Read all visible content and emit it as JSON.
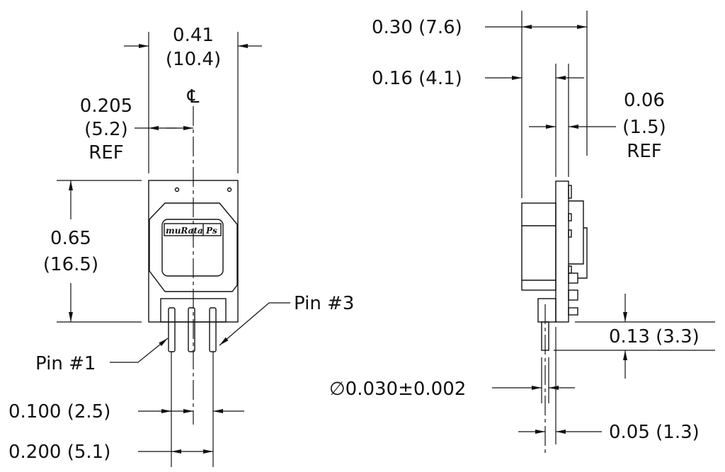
{
  "left_view": {
    "width_in": "0.41",
    "width_mm": "(10.4)",
    "centerline": "℄",
    "half_width_in": "0.205",
    "half_width_mm": "(5.2)",
    "half_width_ref": "REF",
    "height_in": "0.65",
    "height_mm": "(16.5)",
    "pin3_label": "Pin #3",
    "pin1_label": "Pin #1",
    "pitch": "0.100 (2.5)",
    "span": "0.200 (5.1)",
    "logo_text": "muRata",
    "logo_suffix": "Ps"
  },
  "right_view": {
    "depth": "0.30 (7.6)",
    "board_offset": "0.16 (4.1)",
    "board_thk_in": "0.06",
    "board_thk_mm": "(1.5)",
    "board_thk_ref": "REF",
    "pin_length": "0.13 (3.3)",
    "pin_diameter": "∅0.030±0.002",
    "pin_offset": "0.05 (1.3)"
  }
}
